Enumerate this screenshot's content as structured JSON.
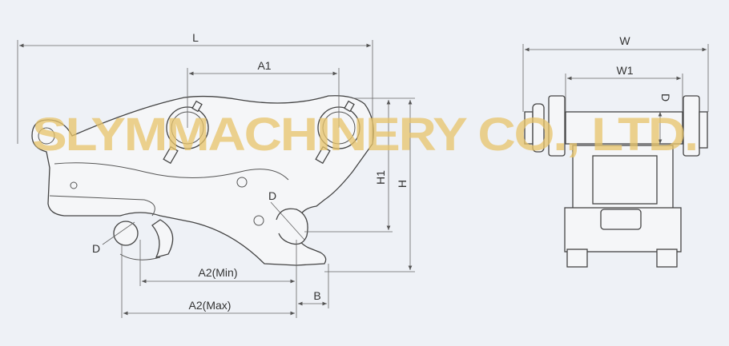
{
  "diagram": {
    "side_view": {
      "labels": {
        "L": "L",
        "A1": "A1",
        "H1": "H1",
        "H": "H",
        "D_upper": "D",
        "D_lower": "D",
        "A2_min": "A2(Min)",
        "A2_max": "A2(Max)",
        "B": "B"
      }
    },
    "front_view": {
      "labels": {
        "W": "W",
        "W1": "W1",
        "D": "D"
      }
    },
    "watermark": "SLYMMACHINERY CO., LTD.",
    "colors": {
      "background": "#eef1f6",
      "watermark": "#e8c46a",
      "line": "#444444"
    }
  }
}
